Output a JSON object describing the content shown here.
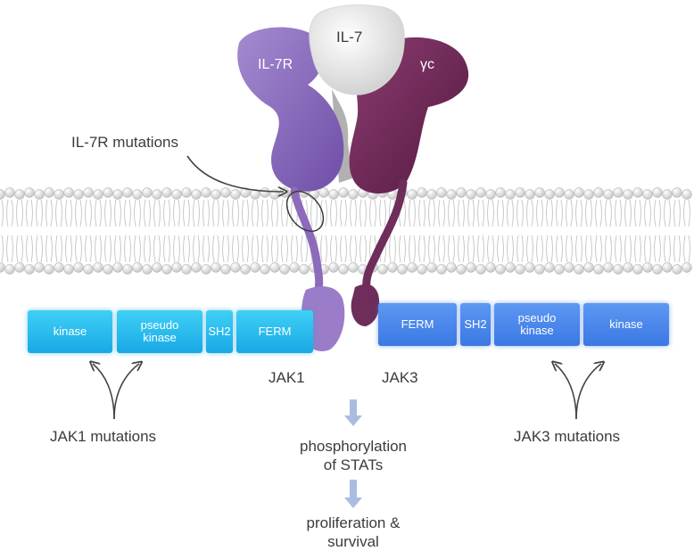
{
  "ligand": {
    "il7_label": "IL-7"
  },
  "receptor": {
    "il7r_label": "IL-7R",
    "gamma_c_label": "γc",
    "mutation_label": "IL-7R mutations"
  },
  "jak1": {
    "name": "JAK1",
    "domains": [
      "kinase",
      "pseudo\nkinase",
      "SH2",
      "FERM"
    ],
    "mutations_label": "JAK1 mutations",
    "color": "#1ab2ea"
  },
  "jak3": {
    "name": "JAK3",
    "domains": [
      "FERM",
      "SH2",
      "pseudo\nkinase",
      "kinase"
    ],
    "mutations_label": "JAK3 mutations",
    "color": "#4a84ea"
  },
  "signaling": {
    "step1": "phosphorylation\nof STATs",
    "step2": "proliferation &\nsurvival"
  },
  "colors": {
    "il7r": "#8d6bbb",
    "gamma_c": "#6e2d5a",
    "il7": "#e8e8e8",
    "arrow": "#a9bde0"
  }
}
